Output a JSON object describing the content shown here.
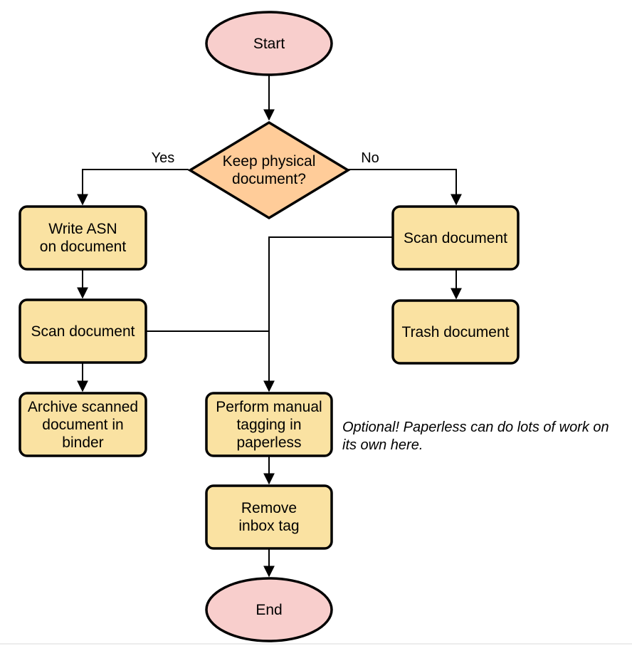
{
  "colors": {
    "terminal_fill": "#f8cecc",
    "decision_fill": "#ffcc99",
    "process_fill": "#fae2a2",
    "stroke": "#000000"
  },
  "nodes": {
    "start": {
      "type": "terminal",
      "label": "Start"
    },
    "decision": {
      "type": "decision",
      "label": "Keep physical\ndocument?"
    },
    "write_asn": {
      "type": "process",
      "label": "Write ASN\non document"
    },
    "scan_left": {
      "type": "process",
      "label": "Scan document"
    },
    "archive": {
      "type": "process",
      "label": "Archive scanned\ndocument in\nbinder"
    },
    "scan_right": {
      "type": "process",
      "label": "Scan document"
    },
    "trash": {
      "type": "process",
      "label": "Trash document"
    },
    "tagging": {
      "type": "process",
      "label": "Perform manual\ntagging in\npaperless"
    },
    "remove_inbox": {
      "type": "process",
      "label": "Remove\ninbox tag"
    },
    "end": {
      "type": "terminal",
      "label": "End"
    }
  },
  "edge_labels": {
    "yes": "Yes",
    "no": "No"
  },
  "annotation": {
    "text": "Optional! Paperless can do lots of work on\nits own here."
  }
}
